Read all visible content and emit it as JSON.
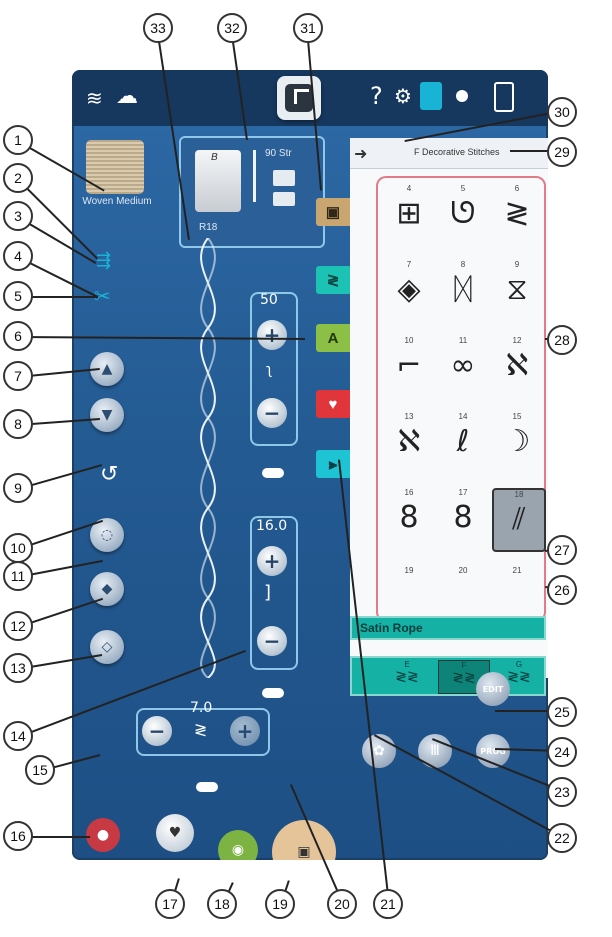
{
  "screen": {
    "fabric": {
      "label": "Woven Medium"
    },
    "presser_foot": {
      "foot_letter": "B",
      "foot_name": "R18",
      "needle_size": "90 Str"
    },
    "stitch_width": {
      "value": "50"
    },
    "stitch_length": {
      "value": "16.0"
    },
    "density": {
      "value": "7.0"
    },
    "stitch_menu": {
      "title": "F Decorative Stitches",
      "stitches": [
        {
          "num": "4",
          "glyph": "⊞"
        },
        {
          "num": "5",
          "glyph": "ᘎ"
        },
        {
          "num": "6",
          "glyph": "≷"
        },
        {
          "num": "7",
          "glyph": "◈"
        },
        {
          "num": "8",
          "glyph": "ᛞ"
        },
        {
          "num": "9",
          "glyph": "⧖"
        },
        {
          "num": "10",
          "glyph": "⌐"
        },
        {
          "num": "11",
          "glyph": "∞"
        },
        {
          "num": "12",
          "glyph": "ℵ"
        },
        {
          "num": "13",
          "glyph": "ℵ"
        },
        {
          "num": "14",
          "glyph": "ℓ"
        },
        {
          "num": "15",
          "glyph": "☽"
        },
        {
          "num": "16",
          "glyph": "8"
        },
        {
          "num": "17",
          "glyph": "8"
        },
        {
          "num": "18",
          "glyph": "⫽"
        }
      ],
      "partial_row": [
        "19",
        "20",
        "21"
      ],
      "selected_name": "Satin Rope",
      "categories": [
        {
          "letter": "E",
          "selected": false
        },
        {
          "letter": "F",
          "selected": true
        },
        {
          "letter": "G",
          "selected": false
        }
      ]
    },
    "buttons": {
      "edit": "EDIT",
      "prog": "PROG"
    }
  },
  "callouts": [
    "1",
    "2",
    "3",
    "4",
    "5",
    "6",
    "7",
    "8",
    "9",
    "10",
    "11",
    "12",
    "13",
    "14",
    "15",
    "16",
    "17",
    "18",
    "19",
    "20",
    "21",
    "22",
    "23",
    "24",
    "25",
    "26",
    "27",
    "28",
    "29",
    "30",
    "31",
    "32",
    "33"
  ],
  "colors": {
    "screen": "#2e6aa7",
    "accent_pink": "#e07c87",
    "teal": "#16b1a5"
  }
}
